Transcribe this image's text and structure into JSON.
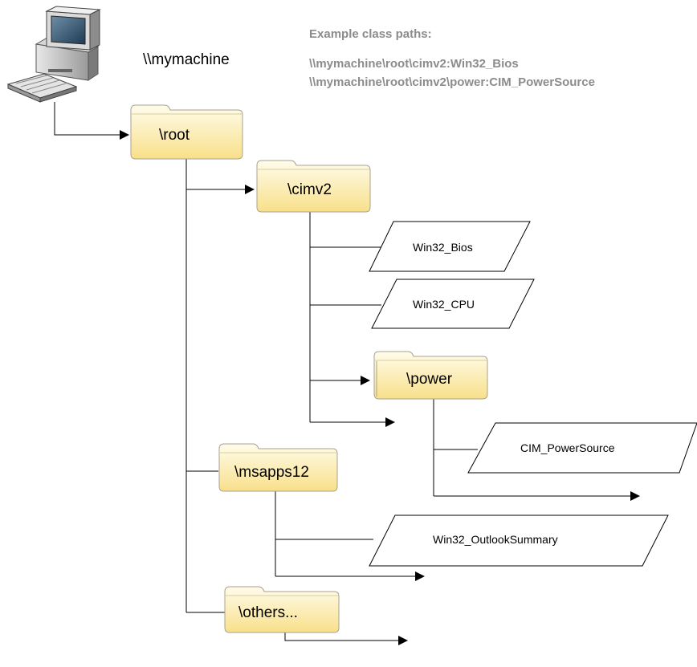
{
  "machine": {
    "name": "\\\\mymachine",
    "icon": "computer-icon"
  },
  "examples": {
    "heading": "Example class paths:",
    "paths": [
      "\\\\mymachine\\root\\cimv2:Win32_Bios",
      "\\\\mymachine\\root\\cimv2\\power:CIM_PowerSource"
    ]
  },
  "namespaces": {
    "root": "\\root",
    "cimv2": "\\cimv2",
    "power": "\\power",
    "msapps12": "\\msapps12",
    "others": "\\others..."
  },
  "classes": {
    "win32_bios": "Win32_Bios",
    "win32_cpu": "Win32_CPU",
    "cim_powersource": "CIM_PowerSource",
    "win32_outlooksummary": "Win32_OutlookSummary"
  },
  "colors": {
    "folder_top": "#FFFCEB",
    "folder_bottom": "#F8E08A",
    "folder_border": "#A8A290",
    "example_text": "#8C8C8C"
  }
}
